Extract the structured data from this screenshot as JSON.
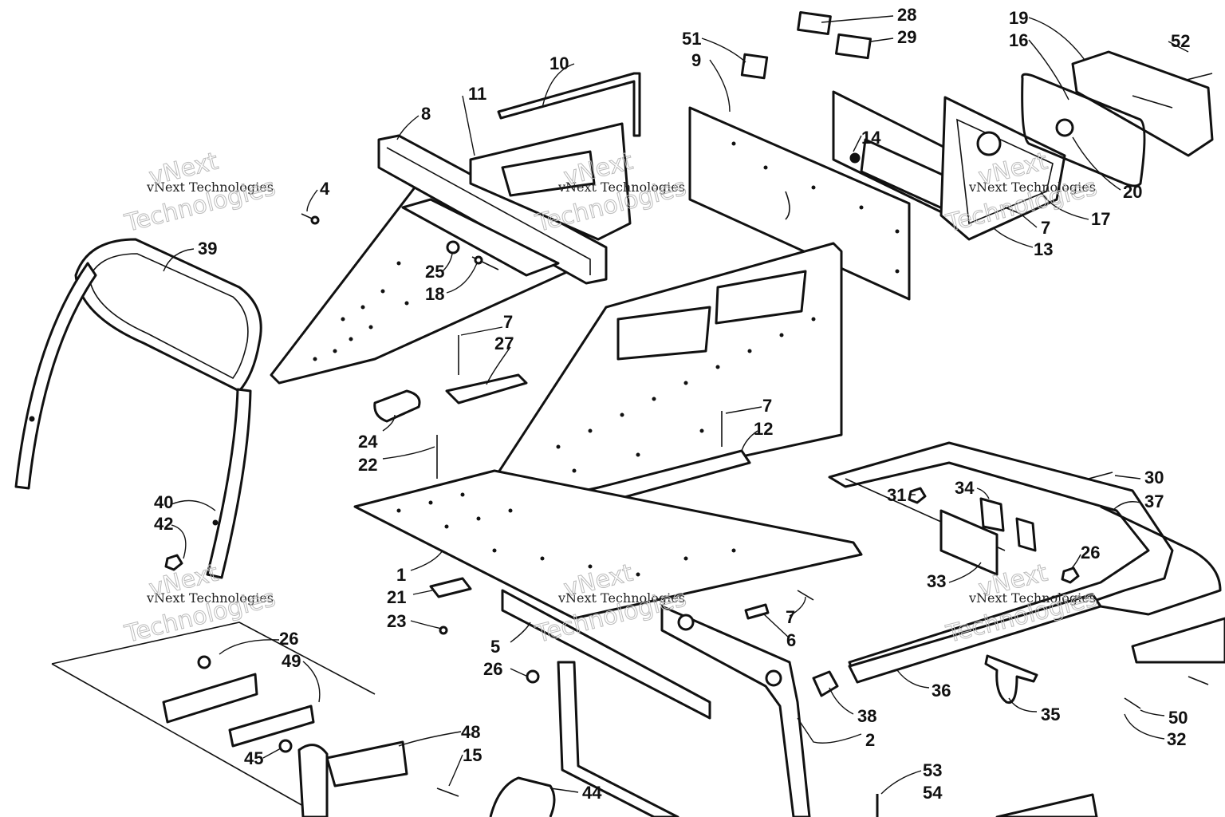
{
  "callouts": [
    {
      "id": "c1",
      "label": "1"
    },
    {
      "id": "c2",
      "label": "2"
    },
    {
      "id": "c4",
      "label": "4"
    },
    {
      "id": "c5",
      "label": "5"
    },
    {
      "id": "c6",
      "label": "6"
    },
    {
      "id": "c7a",
      "label": "7"
    },
    {
      "id": "c7b",
      "label": "7"
    },
    {
      "id": "c7c",
      "label": "7"
    },
    {
      "id": "c7d",
      "label": "7"
    },
    {
      "id": "c8",
      "label": "8"
    },
    {
      "id": "c9",
      "label": "9"
    },
    {
      "id": "c10",
      "label": "10"
    },
    {
      "id": "c11",
      "label": "11"
    },
    {
      "id": "c12",
      "label": "12"
    },
    {
      "id": "c13",
      "label": "13"
    },
    {
      "id": "c14",
      "label": "14"
    },
    {
      "id": "c15",
      "label": "15"
    },
    {
      "id": "c16",
      "label": "16"
    },
    {
      "id": "c17",
      "label": "17"
    },
    {
      "id": "c18",
      "label": "18"
    },
    {
      "id": "c19",
      "label": "19"
    },
    {
      "id": "c20",
      "label": "20"
    },
    {
      "id": "c21",
      "label": "21"
    },
    {
      "id": "c22",
      "label": "22"
    },
    {
      "id": "c23",
      "label": "23"
    },
    {
      "id": "c24",
      "label": "24"
    },
    {
      "id": "c25",
      "label": "25"
    },
    {
      "id": "c26a",
      "label": "26"
    },
    {
      "id": "c26b",
      "label": "26"
    },
    {
      "id": "c26c",
      "label": "26"
    },
    {
      "id": "c27",
      "label": "27"
    },
    {
      "id": "c28",
      "label": "28"
    },
    {
      "id": "c29",
      "label": "29"
    },
    {
      "id": "c30",
      "label": "30"
    },
    {
      "id": "c31",
      "label": "31"
    },
    {
      "id": "c32",
      "label": "32"
    },
    {
      "id": "c33",
      "label": "33"
    },
    {
      "id": "c34",
      "label": "34"
    },
    {
      "id": "c35",
      "label": "35"
    },
    {
      "id": "c36",
      "label": "36"
    },
    {
      "id": "c37",
      "label": "37"
    },
    {
      "id": "c38",
      "label": "38"
    },
    {
      "id": "c39",
      "label": "39"
    },
    {
      "id": "c40",
      "label": "40"
    },
    {
      "id": "c42",
      "label": "42"
    },
    {
      "id": "c44",
      "label": "44"
    },
    {
      "id": "c45",
      "label": "45"
    },
    {
      "id": "c48",
      "label": "48"
    },
    {
      "id": "c49",
      "label": "49"
    },
    {
      "id": "c50",
      "label": "50"
    },
    {
      "id": "c51",
      "label": "51"
    },
    {
      "id": "c52",
      "label": "52"
    },
    {
      "id": "c53",
      "label": "53"
    },
    {
      "id": "c54",
      "label": "54"
    }
  ],
  "watermark": {
    "small_text": "vNext Technologies",
    "big_line1": "vNext",
    "big_line2": "Technologies"
  },
  "colors": {
    "ink": "#111111",
    "paper": "#ffffff",
    "watermark": "#bbbbbb"
  }
}
